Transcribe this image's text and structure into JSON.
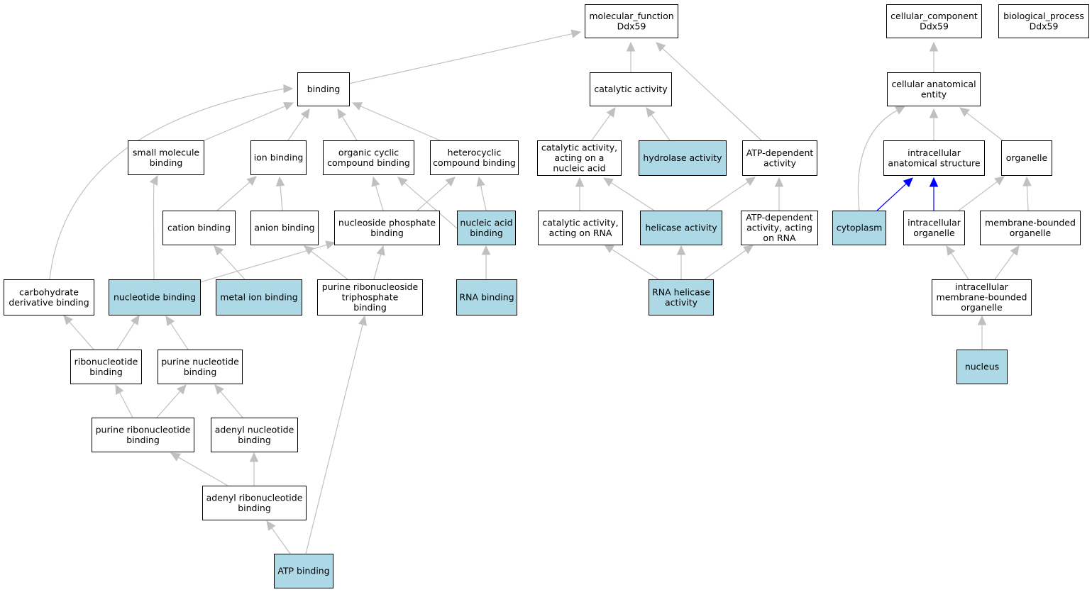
{
  "colors": {
    "highlight_fill": "#add8e6",
    "default_fill": "#ffffff",
    "edge_gray": "#c0c0c0",
    "edge_blue": "#0000ff"
  },
  "nodes": [
    {
      "id": "mf",
      "lines": [
        "molecular_function",
        "Ddx59"
      ],
      "fill": "white"
    },
    {
      "id": "cc",
      "lines": [
        "cellular_component",
        "Ddx59"
      ],
      "fill": "white"
    },
    {
      "id": "bp",
      "lines": [
        "biological_process",
        "Ddx59"
      ],
      "fill": "white"
    },
    {
      "id": "binding",
      "lines": [
        "binding"
      ],
      "fill": "white"
    },
    {
      "id": "catalytic",
      "lines": [
        "catalytic activity"
      ],
      "fill": "white"
    },
    {
      "id": "cae",
      "lines": [
        "cellular anatomical",
        "entity"
      ],
      "fill": "white"
    },
    {
      "id": "smb",
      "lines": [
        "small molecule",
        "binding"
      ],
      "fill": "white"
    },
    {
      "id": "ionb",
      "lines": [
        "ion binding"
      ],
      "fill": "white"
    },
    {
      "id": "occb",
      "lines": [
        "organic cyclic",
        "compound binding"
      ],
      "fill": "white"
    },
    {
      "id": "hcb",
      "lines": [
        "heterocyclic",
        "compound binding"
      ],
      "fill": "white"
    },
    {
      "id": "cana",
      "lines": [
        "catalytic activity,",
        "acting on a",
        "nucleic acid"
      ],
      "fill": "white"
    },
    {
      "id": "hydrolase",
      "lines": [
        "hydrolase activity"
      ],
      "fill": "blue"
    },
    {
      "id": "atpdep",
      "lines": [
        "ATP-dependent",
        "activity"
      ],
      "fill": "white"
    },
    {
      "id": "ias",
      "lines": [
        "intracellular",
        "anatomical structure"
      ],
      "fill": "white"
    },
    {
      "id": "organelle",
      "lines": [
        "organelle"
      ],
      "fill": "white"
    },
    {
      "id": "cationb",
      "lines": [
        "cation binding"
      ],
      "fill": "white"
    },
    {
      "id": "anionb",
      "lines": [
        "anion binding"
      ],
      "fill": "white"
    },
    {
      "id": "npb",
      "lines": [
        "nucleoside phosphate",
        "binding"
      ],
      "fill": "white"
    },
    {
      "id": "nab",
      "lines": [
        "nucleic acid",
        "binding"
      ],
      "fill": "blue"
    },
    {
      "id": "carna",
      "lines": [
        "catalytic activity,",
        "acting on RNA"
      ],
      "fill": "white"
    },
    {
      "id": "helicase",
      "lines": [
        "helicase activity"
      ],
      "fill": "blue"
    },
    {
      "id": "atprna",
      "lines": [
        "ATP-dependent",
        "activity, acting",
        "on RNA"
      ],
      "fill": "white"
    },
    {
      "id": "cytoplasm",
      "lines": [
        "cytoplasm"
      ],
      "fill": "blue"
    },
    {
      "id": "icorg",
      "lines": [
        "intracellular",
        "organelle"
      ],
      "fill": "white"
    },
    {
      "id": "mbo",
      "lines": [
        "membrane-bounded",
        "organelle"
      ],
      "fill": "white"
    },
    {
      "id": "cdb",
      "lines": [
        "carbohydrate",
        "derivative binding"
      ],
      "fill": "white"
    },
    {
      "id": "nucb",
      "lines": [
        "nucleotide binding"
      ],
      "fill": "blue"
    },
    {
      "id": "mib",
      "lines": [
        "metal ion binding"
      ],
      "fill": "blue"
    },
    {
      "id": "prntb",
      "lines": [
        "purine ribonucleoside",
        "triphosphate",
        "binding"
      ],
      "fill": "white"
    },
    {
      "id": "rnab",
      "lines": [
        "RNA binding"
      ],
      "fill": "blue"
    },
    {
      "id": "rnahel",
      "lines": [
        "RNA helicase",
        "activity"
      ],
      "fill": "blue"
    },
    {
      "id": "imbo",
      "lines": [
        "intracellular",
        "membrane-bounded",
        "organelle"
      ],
      "fill": "white"
    },
    {
      "id": "ribb",
      "lines": [
        "ribonucleotide",
        "binding"
      ],
      "fill": "white"
    },
    {
      "id": "pnb",
      "lines": [
        "purine nucleotide",
        "binding"
      ],
      "fill": "white"
    },
    {
      "id": "nucleus",
      "lines": [
        "nucleus"
      ],
      "fill": "blue"
    },
    {
      "id": "prb",
      "lines": [
        "purine ribonucleotide",
        "binding"
      ],
      "fill": "white"
    },
    {
      "id": "anb",
      "lines": [
        "adenyl nucleotide",
        "binding"
      ],
      "fill": "white"
    },
    {
      "id": "arb",
      "lines": [
        "adenyl ribonucleotide",
        "binding"
      ],
      "fill": "white"
    },
    {
      "id": "atpb",
      "lines": [
        "ATP binding"
      ],
      "fill": "blue"
    }
  ],
  "edges": [
    {
      "from": "binding",
      "to": "mf",
      "color": "gray"
    },
    {
      "from": "catalytic",
      "to": "mf",
      "color": "gray"
    },
    {
      "from": "atpdep",
      "to": "mf",
      "color": "gray"
    },
    {
      "from": "cae",
      "to": "cc",
      "color": "gray"
    },
    {
      "from": "smb",
      "to": "binding",
      "color": "gray"
    },
    {
      "from": "ionb",
      "to": "binding",
      "color": "gray"
    },
    {
      "from": "occb",
      "to": "binding",
      "color": "gray"
    },
    {
      "from": "hcb",
      "to": "binding",
      "color": "gray"
    },
    {
      "from": "cdb",
      "to": "binding",
      "color": "gray"
    },
    {
      "from": "cana",
      "to": "catalytic",
      "color": "gray"
    },
    {
      "from": "hydrolase",
      "to": "catalytic",
      "color": "gray"
    },
    {
      "from": "ias",
      "to": "cae",
      "color": "gray"
    },
    {
      "from": "organelle",
      "to": "cae",
      "color": "gray"
    },
    {
      "from": "cytoplasm",
      "to": "cae",
      "color": "gray"
    },
    {
      "from": "cationb",
      "to": "ionb",
      "color": "gray"
    },
    {
      "from": "anionb",
      "to": "ionb",
      "color": "gray"
    },
    {
      "from": "npb",
      "to": "occb",
      "color": "gray"
    },
    {
      "from": "nab",
      "to": "occb",
      "color": "gray"
    },
    {
      "from": "npb",
      "to": "hcb",
      "color": "gray"
    },
    {
      "from": "nab",
      "to": "hcb",
      "color": "gray"
    },
    {
      "from": "carna",
      "to": "cana",
      "color": "gray"
    },
    {
      "from": "helicase",
      "to": "cana",
      "color": "gray"
    },
    {
      "from": "helicase",
      "to": "atpdep",
      "color": "gray"
    },
    {
      "from": "atprna",
      "to": "atpdep",
      "color": "gray"
    },
    {
      "from": "cytoplasm",
      "to": "ias",
      "color": "blue"
    },
    {
      "from": "icorg",
      "to": "ias",
      "color": "blue"
    },
    {
      "from": "icorg",
      "to": "organelle",
      "color": "gray"
    },
    {
      "from": "mbo",
      "to": "organelle",
      "color": "gray"
    },
    {
      "from": "nucb",
      "to": "smb",
      "color": "gray"
    },
    {
      "from": "nucb",
      "to": "npb",
      "color": "gray"
    },
    {
      "from": "mib",
      "to": "cationb",
      "color": "gray"
    },
    {
      "from": "prntb",
      "to": "anionb",
      "color": "gray"
    },
    {
      "from": "prntb",
      "to": "npb",
      "color": "gray"
    },
    {
      "from": "rnab",
      "to": "nab",
      "color": "gray"
    },
    {
      "from": "rnahel",
      "to": "carna",
      "color": "gray"
    },
    {
      "from": "rnahel",
      "to": "helicase",
      "color": "gray"
    },
    {
      "from": "rnahel",
      "to": "atprna",
      "color": "gray"
    },
    {
      "from": "imbo",
      "to": "icorg",
      "color": "gray"
    },
    {
      "from": "imbo",
      "to": "mbo",
      "color": "gray"
    },
    {
      "from": "ribb",
      "to": "cdb",
      "color": "gray"
    },
    {
      "from": "ribb",
      "to": "nucb",
      "color": "gray"
    },
    {
      "from": "pnb",
      "to": "nucb",
      "color": "gray"
    },
    {
      "from": "nucleus",
      "to": "imbo",
      "color": "gray"
    },
    {
      "from": "prb",
      "to": "ribb",
      "color": "gray"
    },
    {
      "from": "prb",
      "to": "pnb",
      "color": "gray"
    },
    {
      "from": "anb",
      "to": "pnb",
      "color": "gray"
    },
    {
      "from": "arb",
      "to": "prb",
      "color": "gray"
    },
    {
      "from": "arb",
      "to": "anb",
      "color": "gray"
    },
    {
      "from": "atpb",
      "to": "arb",
      "color": "gray"
    },
    {
      "from": "atpb",
      "to": "prntb",
      "color": "gray"
    }
  ]
}
